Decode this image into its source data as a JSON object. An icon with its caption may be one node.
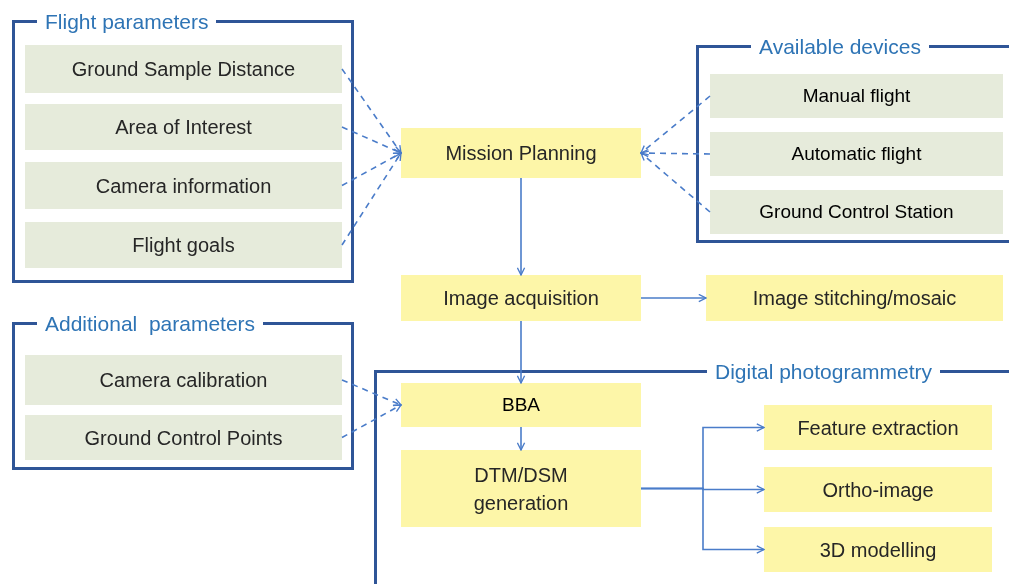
{
  "diagram": {
    "nodes": [
      {
        "text": [
          "Flight parameters"
        ]
      },
      {
        "text": [
          "Ground Sample Distance"
        ],
        "in": 0
      },
      {
        "text": [
          "Area of Interest"
        ],
        "in": 0
      },
      {
        "text": [
          "Camera information"
        ],
        "in": 0
      },
      {
        "text": [
          "Flight goals"
        ],
        "in": 0
      },
      {
        "text": [
          "Mission Planning"
        ]
      },
      {
        "text": [
          "Available devices"
        ]
      },
      {
        "text": [
          "Manual flight"
        ],
        "in": 6
      },
      {
        "text": [
          "Automatic flight"
        ],
        "in": 6
      },
      {
        "text": [
          "Ground Control Station"
        ],
        "in": 6
      },
      {
        "text": [
          "Image acquisition"
        ]
      },
      {
        "text": [
          "Image stitching/mosaic"
        ]
      },
      {
        "text": [
          "Additional  parameters"
        ]
      },
      {
        "text": [
          "Camera calibration"
        ],
        "in": 12
      },
      {
        "text": [
          "Ground Control Points"
        ],
        "in": 12
      },
      {
        "text": [
          "Digital photogrammetry"
        ]
      },
      {
        "text": [
          "BBA"
        ],
        "in": 15
      },
      {
        "text": [
          "DTM/DSM generation"
        ],
        "in": 15
      },
      {
        "text": [
          "Feature extraction"
        ],
        "in": 15
      },
      {
        "text": [
          "Ortho-image"
        ],
        "in": 15
      },
      {
        "text": [
          "3D modelling"
        ],
        "in": 15
      }
    ],
    "edges": [
      {
        "from": 1,
        "to": 5,
        "arrow": "to",
        "style": "dashed"
      },
      {
        "from": 2,
        "to": 5,
        "arrow": "to",
        "style": "dashed"
      },
      {
        "from": 3,
        "to": 5,
        "arrow": "to",
        "style": "dashed"
      },
      {
        "from": 4,
        "to": 5,
        "arrow": "to",
        "style": "dashed"
      },
      {
        "from": 7,
        "to": 5,
        "arrow": "to",
        "style": "dashed"
      },
      {
        "from": 8,
        "to": 5,
        "arrow": "to",
        "style": "dashed"
      },
      {
        "from": 9,
        "to": 5,
        "arrow": "to",
        "style": "dashed"
      },
      {
        "from": 5,
        "to": 10,
        "arrow": "to"
      },
      {
        "from": 10,
        "to": 11,
        "arrow": "to"
      },
      {
        "from": 10,
        "to": 16,
        "arrow": "to"
      },
      {
        "from": 13,
        "to": 16,
        "arrow": "to",
        "style": "dashed"
      },
      {
        "from": 14,
        "to": 16,
        "arrow": "to",
        "style": "dashed"
      },
      {
        "from": 16,
        "to": 17,
        "arrow": "to"
      },
      {
        "from": 17,
        "to": 18,
        "arrow": "to"
      },
      {
        "from": 17,
        "to": 19,
        "arrow": "to"
      },
      {
        "from": 17,
        "to": 20,
        "arrow": "to"
      }
    ]
  }
}
